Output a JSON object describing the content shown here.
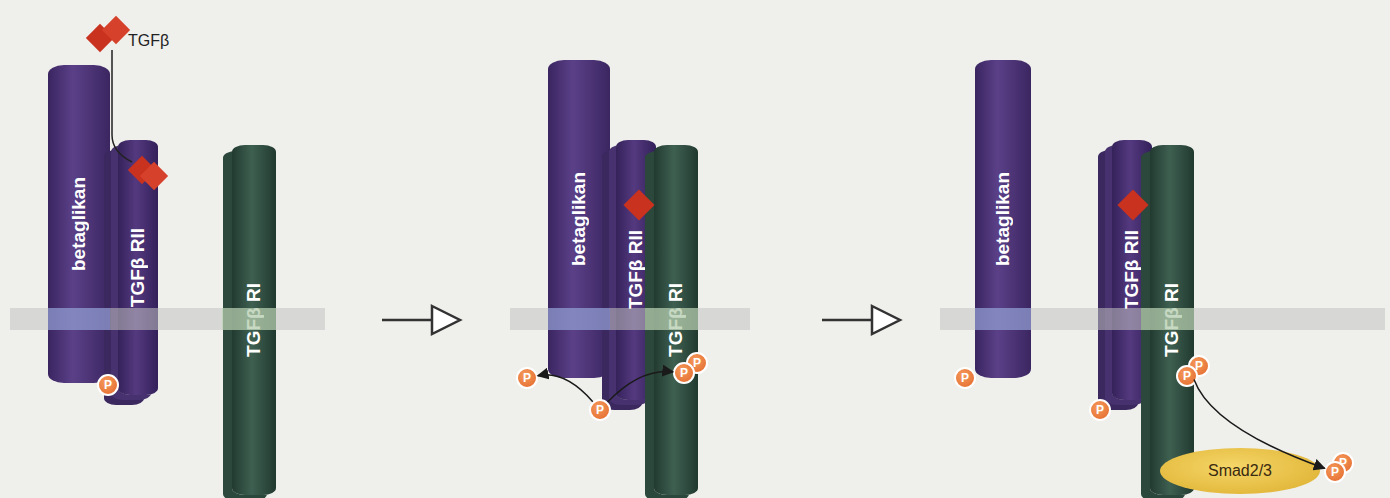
{
  "diagram": {
    "nodes": [
      {
        "text": [
          "betaglikan"
        ]
      },
      {
        "text": [
          "TGFβ RII"
        ]
      },
      {
        "text": [
          "TGFβ RI"
        ]
      },
      {
        "text": [
          "P"
        ]
      },
      {
        "text": [
          "betaglikan"
        ]
      },
      {
        "text": [
          "TGFβ RII"
        ]
      },
      {
        "text": [
          "TGFβ RI"
        ]
      },
      {
        "text": [
          "P"
        ]
      },
      {
        "text": [
          "P"
        ]
      },
      {
        "text": [
          "P"
        ]
      },
      {
        "text": [
          "P"
        ]
      },
      {
        "text": [
          "betaglikan"
        ]
      },
      {
        "text": [
          "TGFβ RII"
        ]
      },
      {
        "text": [
          "TGFβ RI"
        ]
      },
      {
        "text": [
          "P"
        ]
      },
      {
        "text": [
          "P"
        ]
      },
      {
        "text": [
          "P"
        ]
      },
      {
        "text": [
          "P"
        ]
      },
      {
        "text": [
          "Smad2/3"
        ]
      },
      {
        "text": [
          "P"
        ]
      },
      {
        "text": [
          "P"
        ]
      }
    ],
    "edges": [
      {
        "from": 8,
        "to": 7,
        "arrow": "to"
      },
      {
        "from": 8,
        "to": 10,
        "arrow": "to"
      },
      {
        "from": 13,
        "to": 20,
        "arrow": "to"
      }
    ],
    "labels": [
      "TGFβ"
    ]
  }
}
